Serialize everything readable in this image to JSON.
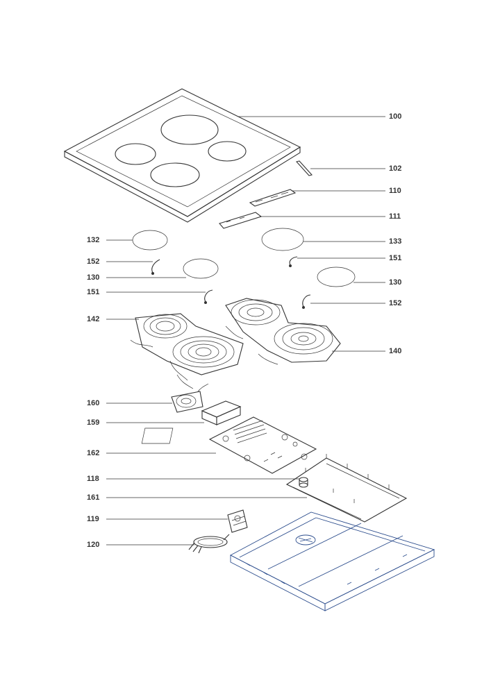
{
  "callouts": [
    {
      "id": "c100",
      "text": "100"
    },
    {
      "id": "c102",
      "text": "102"
    },
    {
      "id": "c110",
      "text": "110"
    },
    {
      "id": "c111",
      "text": "111"
    },
    {
      "id": "c132",
      "text": "132"
    },
    {
      "id": "c133",
      "text": "133"
    },
    {
      "id": "c152a",
      "text": "152"
    },
    {
      "id": "c151a",
      "text": "151"
    },
    {
      "id": "c130a",
      "text": "130"
    },
    {
      "id": "c130b",
      "text": "130"
    },
    {
      "id": "c151b",
      "text": "151"
    },
    {
      "id": "c152b",
      "text": "152"
    },
    {
      "id": "c142",
      "text": "142"
    },
    {
      "id": "c140",
      "text": "140"
    },
    {
      "id": "c160",
      "text": "160"
    },
    {
      "id": "c159",
      "text": "159"
    },
    {
      "id": "c162",
      "text": "162"
    },
    {
      "id": "c118",
      "text": "118"
    },
    {
      "id": "c161",
      "text": "161"
    },
    {
      "id": "c119",
      "text": "119"
    },
    {
      "id": "c120",
      "text": "120"
    }
  ],
  "colors": {
    "line": "#333333",
    "frame": "#2b4c8c",
    "background": "#ffffff"
  }
}
